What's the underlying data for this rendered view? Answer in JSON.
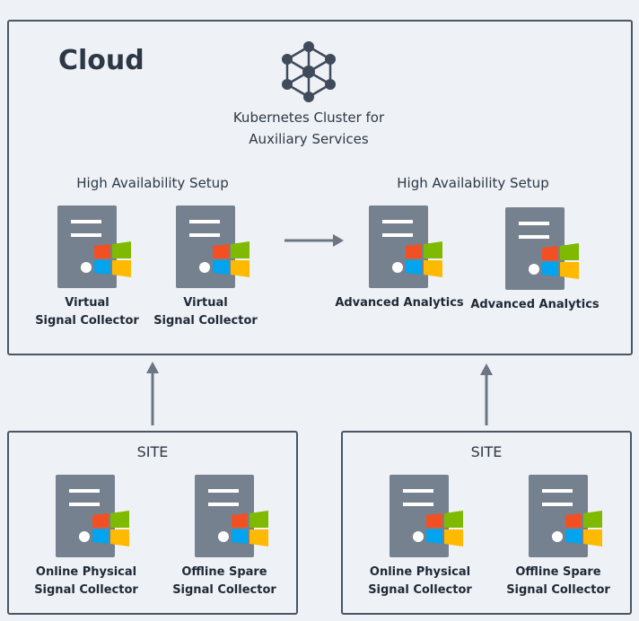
{
  "cloud": {
    "title": "Cloud",
    "k8s_label_line1": "Kubernetes Cluster for",
    "k8s_label_line2": "Auxiliary Services",
    "ha_left_title": "High Availability Setup",
    "ha_right_title": "High Availability Setup",
    "servers": [
      {
        "line1": "Virtual",
        "line2": "Signal Collector"
      },
      {
        "line1": "Virtual",
        "line2": "Signal Collector"
      },
      {
        "line1": "Advanced Analytics",
        "line2": ""
      },
      {
        "line1": "Advanced Analytics",
        "line2": ""
      }
    ]
  },
  "site_left": {
    "title": "SITE",
    "servers": [
      {
        "line1": "Online Physical",
        "line2": "Signal Collector"
      },
      {
        "line1": "Offline Spare",
        "line2": "Signal Collector"
      }
    ]
  },
  "site_right": {
    "title": "SITE",
    "servers": [
      {
        "line1": "Online Physical",
        "line2": "Signal Collector"
      },
      {
        "line1": "Offline Spare",
        "line2": "Signal Collector"
      }
    ]
  },
  "colors": {
    "server_body": "#768190",
    "border": "#4b5563",
    "arrow": "#6b7583",
    "win_red": "#f25022",
    "win_green": "#7fba00",
    "win_blue": "#00a4ef",
    "win_yellow": "#ffb900"
  },
  "icons": [
    "kubernetes-cluster-icon",
    "server-icon",
    "windows-logo-icon",
    "arrow-right-icon",
    "arrow-up-icon"
  ]
}
